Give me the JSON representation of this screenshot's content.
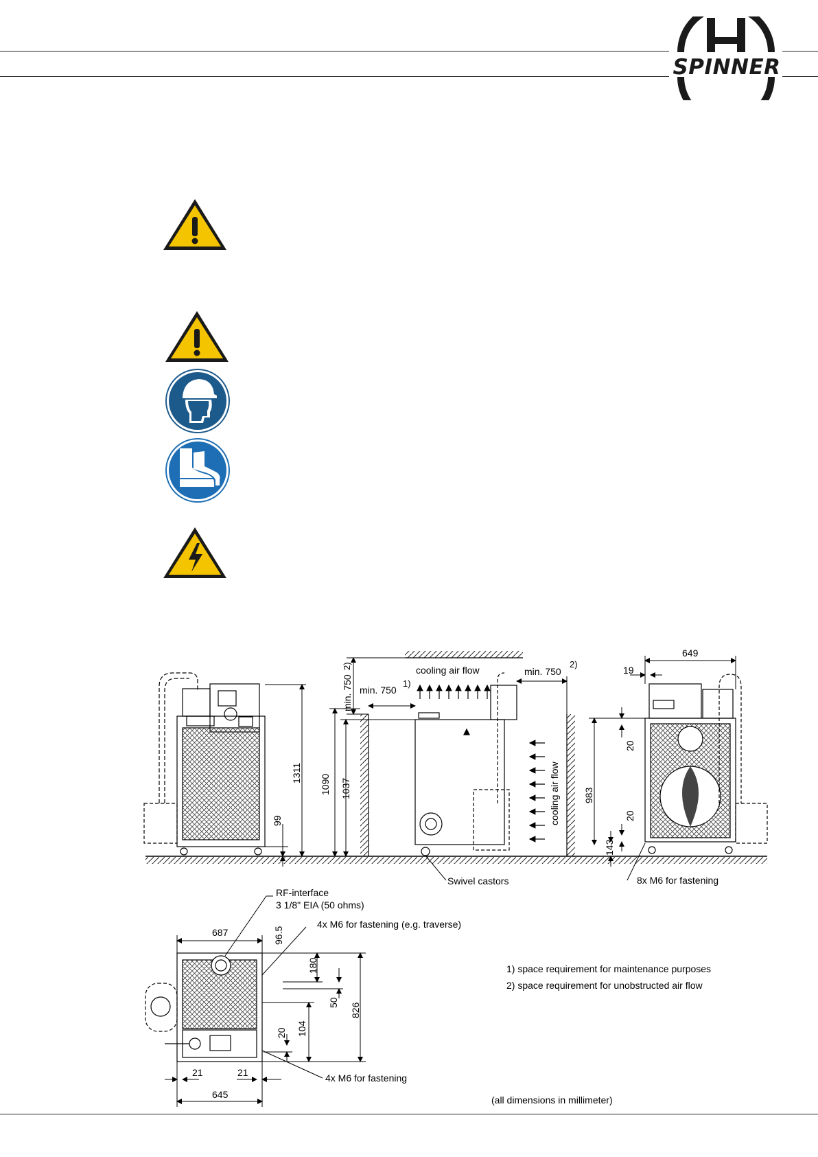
{
  "brand": {
    "name": "SPINNER"
  },
  "safety_signs": [
    {
      "icon": "warning-triangle-icon",
      "color": "#f5c400"
    },
    {
      "icon": "warning-triangle-icon",
      "color": "#f5c400"
    },
    {
      "icon": "hard-hat-mandatory-icon",
      "color": "#1d5a8c"
    },
    {
      "icon": "safety-boots-mandatory-icon",
      "color": "#1d6eb4"
    },
    {
      "icon": "electric-hazard-icon",
      "color": "#f5c400"
    }
  ],
  "drawing": {
    "labels": {
      "cooling_air_flow_top": "cooling air flow",
      "cooling_air_flow_side": "cooling air flow",
      "min_750_a": "min. 750",
      "min_750_b": "min. 750",
      "min_750_c": "min. 750",
      "note_1": "1)",
      "note_2a": "2)",
      "note_2b": "2)",
      "swivel_castors": "Swivel castors",
      "m6_8x": "8x M6 for fastening",
      "rf_interface_line1": "RF-interface",
      "rf_interface_line2": "3 1/8\" EIA (50 ohms)",
      "m6_4x_traverse": "4x M6 for fastening (e.g. traverse)",
      "m6_4x": "4x M6 for fastening",
      "footnote_1": "1) space requirement for maintenance purposes",
      "footnote_2": "2) space requirement for unobstructed air flow",
      "units_note": "(all dimensions in millimeter)"
    },
    "dimensions": {
      "d1311": "1311",
      "d99": "99",
      "d1090": "1090",
      "d1037": "1037",
      "d649": "649",
      "d19": "19",
      "d20_upper": "20",
      "d983": "983",
      "d20_lower": "20",
      "d143": "143",
      "d687": "687",
      "d96_5": "96.5",
      "d180": "180",
      "d50": "50",
      "d826": "826",
      "d20_bottom": "20",
      "d104": "104",
      "d21_left": "21",
      "d21_right": "21",
      "d645": "645"
    }
  }
}
